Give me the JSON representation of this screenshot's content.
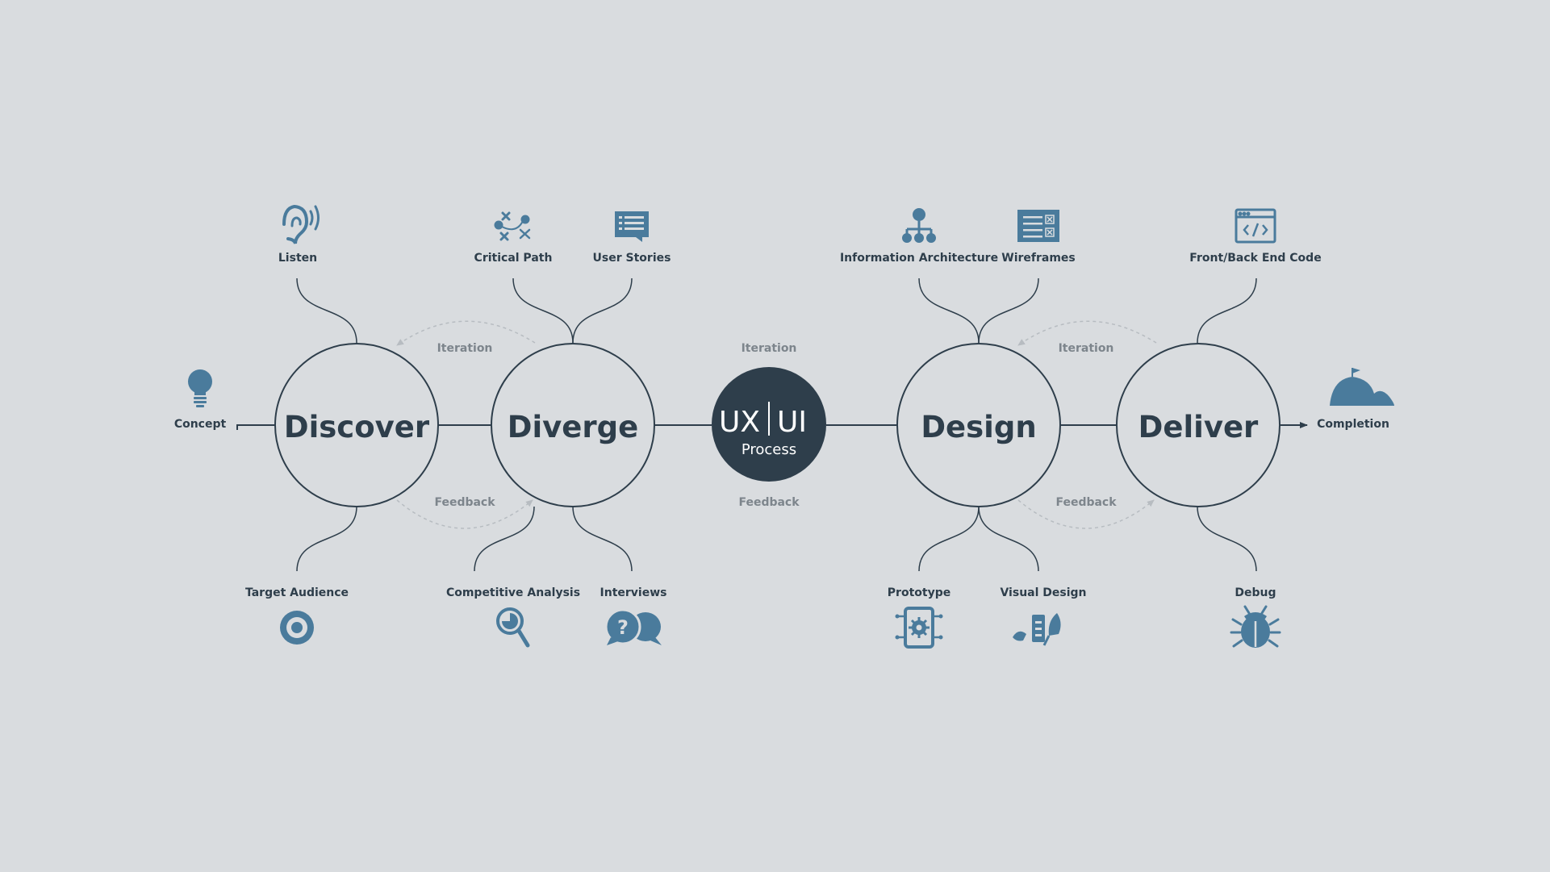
{
  "diagram": {
    "start": {
      "label": "Concept",
      "icon": "lightbulb-icon"
    },
    "end": {
      "label": "Completion",
      "icon": "mountain-flag-icon"
    },
    "stages": [
      {
        "id": "discover",
        "label": "Discover"
      },
      {
        "id": "diverge",
        "label": "Diverge"
      },
      {
        "id": "design",
        "label": "Design"
      },
      {
        "id": "deliver",
        "label": "Deliver"
      }
    ],
    "center": {
      "left": "UX",
      "right": "UI",
      "sub": "Process"
    },
    "loops": {
      "iteration": "Iteration",
      "feedback": "Feedback"
    },
    "top_items": [
      {
        "label": "Listen",
        "icon": "ear-icon"
      },
      {
        "label": "Critical Path",
        "icon": "path-icon"
      },
      {
        "label": "User Stories",
        "icon": "list-board-icon"
      },
      {
        "label": "Information Architecture",
        "icon": "hierarchy-icon"
      },
      {
        "label": "Wireframes",
        "icon": "wireframe-icon"
      },
      {
        "label": "Front/Back End Code",
        "icon": "code-window-icon"
      }
    ],
    "bottom_items": [
      {
        "label": "Target Audience",
        "icon": "target-icon"
      },
      {
        "label": "Competitive Analysis",
        "icon": "magnifier-chart-icon"
      },
      {
        "label": "Interviews",
        "icon": "speech-bubbles-icon"
      },
      {
        "label": "Prototype",
        "icon": "device-gear-icon"
      },
      {
        "label": "Visual Design",
        "icon": "brush-pen-icon"
      },
      {
        "label": "Debug",
        "icon": "bug-icon"
      }
    ],
    "colors": {
      "background": "#d9dcdf",
      "dark": "#2e3e4b",
      "icon": "#4a7b9c",
      "muted": "#7d858c"
    }
  }
}
